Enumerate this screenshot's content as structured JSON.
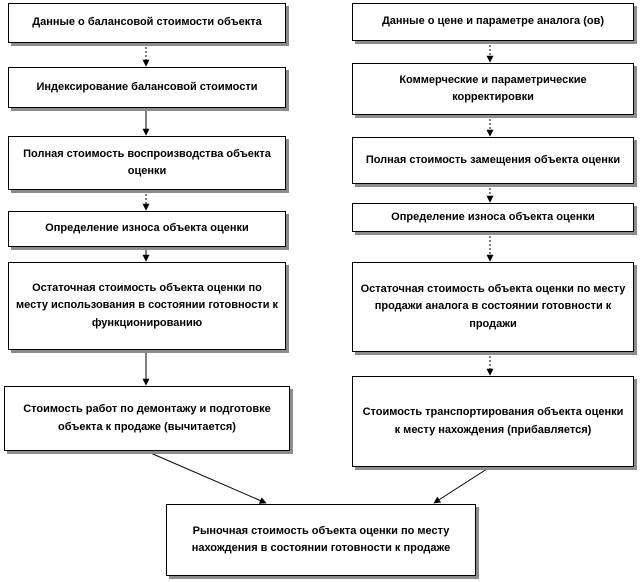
{
  "left_chain": [
    "Данные о балансовой стоимости объекта",
    "Индексирование балансовой стоимости",
    "Полная стоимость воспроизводства объекта оценки",
    "Определение износа объекта оценки",
    "Остаточная стоимость объекта оценки по месту использования в состоянии готовности к функционированию",
    "Стоимость работ по демонтажу и подготовке объекта к продаже (вычитается)"
  ],
  "right_chain": [
    "Данные о цене и параметре аналога (ов)",
    "Коммерческие и параметрические корректировки",
    "Полная стоимость замещения объекта оценки",
    "Определение износа объекта оценки",
    "Остаточная стоимость объекта оценки по месту продажи аналога в состоянии готовности к продажи",
    "Стоимость транспортирования объекта оценки к месту нахождения (прибавляется)"
  ],
  "result": "Рыночная стоимость объекта оценки по месту нахождения в состоянии готовности к продаже"
}
